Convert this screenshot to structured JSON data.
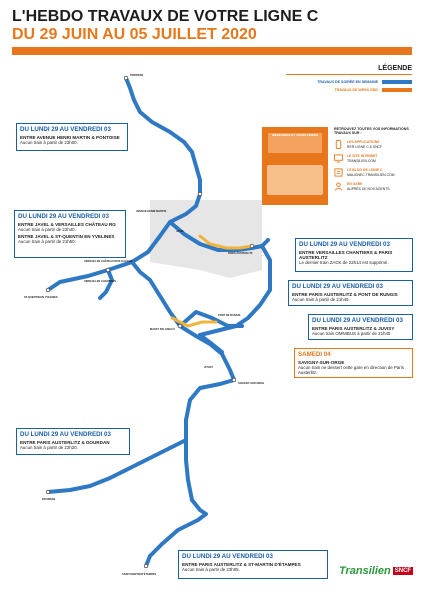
{
  "title_line1": "L'HEBDO TRAVAUX DE VOTRE LIGNE C",
  "title_line2": "DU 29 JUIN AU 05 JUILLET 2020",
  "legend": {
    "title": "LÉGENDE",
    "items": [
      {
        "label": "TRAVAUX DE SOIRÉE EN SEMAINE",
        "color": "#2e78c4"
      },
      {
        "label": "TRAVAUX DE WEEK-END",
        "color": "#e8771c"
      }
    ]
  },
  "info_panel": {
    "intro": "RETROUVEZ TOUTES VOS INFORMATIONS TRAVAUX SUR :",
    "items": [
      {
        "label": "LES APPLICATIONS",
        "sub": "RER LIGNE C & SNCF"
      },
      {
        "label": "LE SITE INTERNET",
        "sub": "TRANSILIEN.COM"
      },
      {
        "label": "LE BLOG DE LIGNE C",
        "sub": "MALIGNEC.TRANSILIEN.COM"
      },
      {
        "label": "EN GARE",
        "sub": "AUPRÈS DE NOS AGENTS"
      }
    ],
    "card_text": "WEEK-ENDS ET JOURS FÉRIÉS"
  },
  "boxes": [
    {
      "heading": "DU LUNDI 29 AU VENDREDI 03",
      "title": "ENTRE AVENUE HENRI MARTIN & PONTOISE",
      "text": "Aucun train à partir de 23h00."
    },
    {
      "heading": "DU LUNDI 29 AU VENDREDI 03",
      "title": "ENTRE JAVEL & VERSAILLES CHÂTEAU RG",
      "text": "Aucun train à partir de 22h40.",
      "title2": "ENTRE JAVEL & ST-QUENTIN EN YVELINES",
      "text2": "Aucun train à partir de 21h50."
    },
    {
      "heading": "DU LUNDI 29 AU VENDREDI 03",
      "title": "ENTRE VERSAILLES CHANTIERS & PARIS AUSTERLITZ",
      "text": "Le dernier train ZACK de 22h14 est supprimé."
    },
    {
      "heading": "DU LUNDI 29 AU VENDREDI 03",
      "title": "ENTRE PARIS AUSTERLITZ & PONT DE RUNGIS",
      "text": "Aucun train à partir de 21h45."
    },
    {
      "heading": "DU LUNDI 29 AU VENDREDI 03",
      "title": "ENTRE PARIS AUSTERLITZ & JUVISY",
      "text": "Aucun train OMNIBUS à partir de 21h40."
    },
    {
      "heading": "SAMEDI 04",
      "title": "SAVIGNY-SUR-ORGE",
      "text": "Aucun train ne dessert cette gare en direction de Paris Austerlitz."
    },
    {
      "heading": "DU LUNDI 29 AU VENDREDI 03",
      "title": "ENTRE PARIS AUSTERLITZ & DOURDAN",
      "text": "Aucun train à partir de 22h20."
    },
    {
      "heading": "DU LUNDI 29 AU VENDREDI 03",
      "title": "ENTRE PARIS AUSTERLITZ & ST-MARTIN D'ÉTAMPES",
      "text": "Aucun train à partir de 23h05."
    }
  ],
  "stations": {
    "pontoise": "PONTOISE",
    "henri_martin": "AVENUE HENRI MARTIN",
    "javel": "JAVEL",
    "versailles": "VERSAILLES CHÂTEAU RIVE GAUCHE",
    "st_quentin": "ST-QUENTIN EN YVELINES",
    "austerlitz": "PARIS AUSTERLITZ",
    "massy": "MASSY PALAISEAU",
    "juvisy": "JUVISY",
    "savigny": "SAVIGNY-SUR-ORGE",
    "dourdan": "DOURDAN",
    "st_martin": "SAINT-MARTIN D'ÉTAMPES",
    "versailles_chantiers": "VERSAILLES CHANTIERS",
    "pont_rungis": "PONT DE RUNGIS"
  },
  "brand": "Transilien",
  "brand_tag": "SNCF",
  "colors": {
    "line": "#2e78c4",
    "weekend": "#e8771c",
    "box_border": "#1a5ea8"
  }
}
